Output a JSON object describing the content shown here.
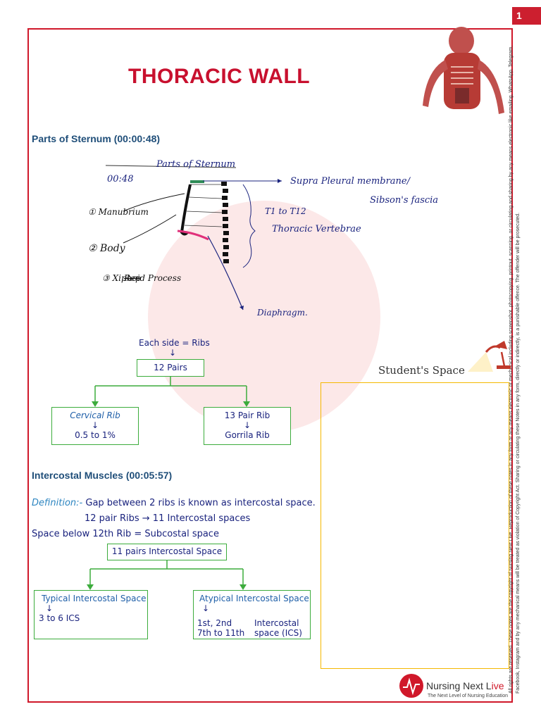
{
  "page_number": "1",
  "title": "THORACIC WALL",
  "copyright_note": "All rights are reserved. These notes are the copyright of Nursing Next Live. Reproduction of these notes in any form or any means electronic or mechanical including screenshot, photocopying, printout, scanning, or circulating and sharing by any means electronic like emailing, WhatsApp, Telegram, Facebook, Instagram and by any mechanical means will be treated as violation of Copyright Act. Sharing or circulating these Notes in any form, directly or indirectly, is a punishable offence. The offender will be prosecuted.",
  "section1": {
    "heading": "Parts of Sternum (00:00:48)",
    "handwriting": {
      "time": "00:48",
      "title": "Parts of Sternum",
      "manubrium": "① Manubrium",
      "body": "② Body",
      "xiphoid_strike": "Rep",
      "xiphoid": "③ Xiphoid Process",
      "suprapleural": "Supra Pleural membrane/",
      "sibson": "Sibson's fascia",
      "t1t12": "T1 to T12",
      "vertebrae": "Thoracic Vertebrae",
      "diaphragm": "Diaphragm."
    }
  },
  "ribs_chart": {
    "top_label": "Each side = Ribs",
    "arrow": "↓",
    "root": "12 Pairs",
    "left_title": "Cervical Rib",
    "left_value": "0.5 to 1%",
    "right_title": "13 Pair Rib",
    "right_value": "Gorrila Rib"
  },
  "section2": {
    "heading": "Intercostal Muscles (00:05:57)",
    "definition_label": "Definition:-",
    "definition_text": "Gap between 2 ribs is known as intercostal space.",
    "line2": "12 pair Ribs → 11 Intercostal spaces",
    "line3": "Space below 12th Rib = Subcostal space"
  },
  "ics_chart": {
    "root": "11 pairs Intercostal Space",
    "arrow": "↓",
    "left_title": "Typical Intercostal Space",
    "left_value": "3 to 6 ICS",
    "right_title": "Atypical Intercostal Space",
    "right_line1": "1st, 2nd",
    "right_line2": "7th to 11th",
    "right_note1": "Intercostal",
    "right_note2": "space (ICS)"
  },
  "student_space_label": "Student's Space",
  "logo": {
    "name_prefix": "Nursing Next L",
    "name_suffix": "ive",
    "tagline": "The Next Level of Nursing Education"
  },
  "colors": {
    "accent_red": "#c8102e",
    "heading_blue": "#1f4e79",
    "box_green": "#3cac3c",
    "ink_blue": "#1a237e",
    "student_box": "#f5b800"
  }
}
